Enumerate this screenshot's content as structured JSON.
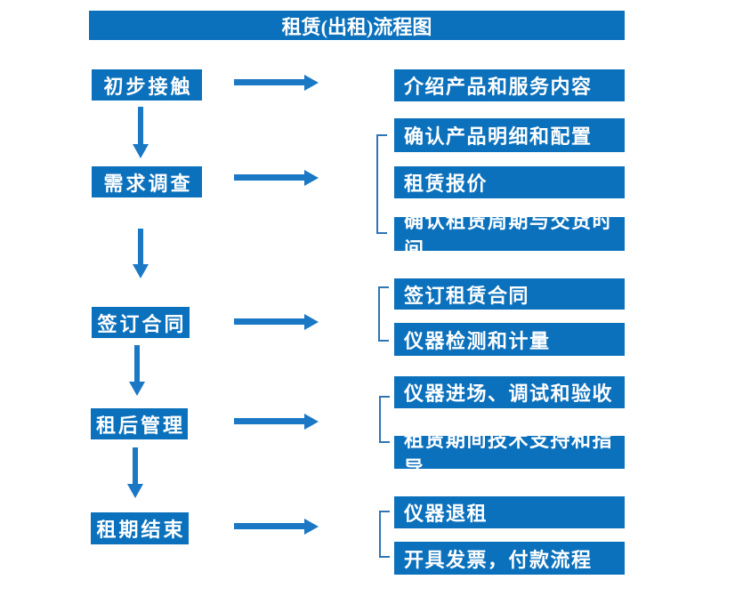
{
  "title": "租赁(出租)流程图",
  "colors": {
    "box_blue": "#0c71bc",
    "arrow_blue": "#1b78c4",
    "bracket_blue": "#2e75b6",
    "text_white": "#ffffff"
  },
  "stages": [
    {
      "label": "初步接触",
      "outputs": [
        "介绍产品和服务内容"
      ]
    },
    {
      "label": "需求调查",
      "outputs": [
        "确认产品明细和配置",
        "租赁报价",
        "确认租赁周期与交货时间"
      ]
    },
    {
      "label": "签订合同",
      "outputs": [
        "签订租赁合同",
        "仪器检测和计量"
      ]
    },
    {
      "label": "租后管理",
      "outputs": [
        "仪器进场、调试和验收",
        "租赁期间技术支持和指导"
      ]
    },
    {
      "label": "租期结束",
      "outputs": [
        "仪器退租",
        "开具发票，付款流程"
      ]
    }
  ]
}
